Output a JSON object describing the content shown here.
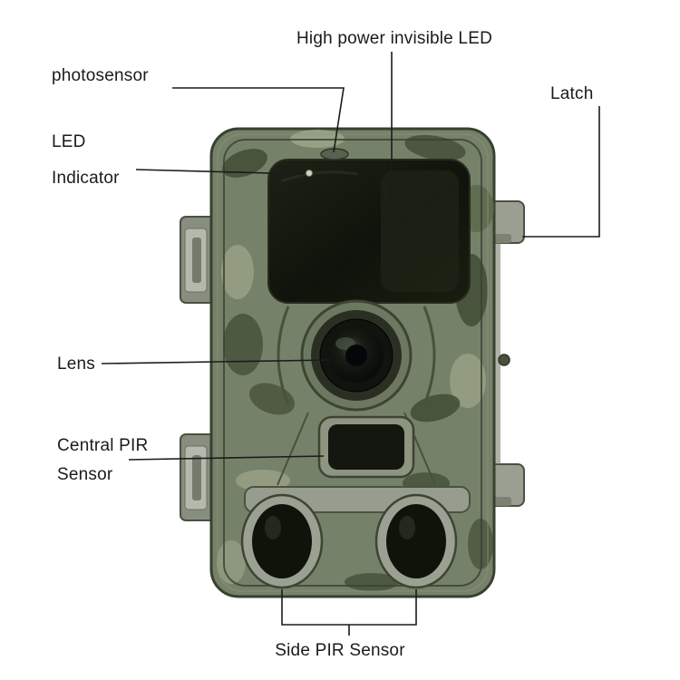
{
  "diagram": {
    "type": "product-annotation",
    "subject": "trail camera front view",
    "colors": {
      "background": "#ffffff",
      "body_base": "#76816a",
      "body_edge": "#39402f",
      "camo_dark": "#454f38",
      "camo_light": "#9fa88c",
      "dark_window": "#14170f",
      "grey_part": "#9aa092",
      "annotation_line": "#1b1b1b"
    },
    "labels": {
      "high_power_led": "High power invisible LED",
      "photosensor": "photosensor",
      "led_indicator": [
        "LED",
        "Indicator"
      ],
      "latch": "Latch",
      "lens": "Lens",
      "central_pir": [
        "Central PIR",
        "Sensor"
      ],
      "side_pir": "Side PIR Sensor"
    }
  }
}
